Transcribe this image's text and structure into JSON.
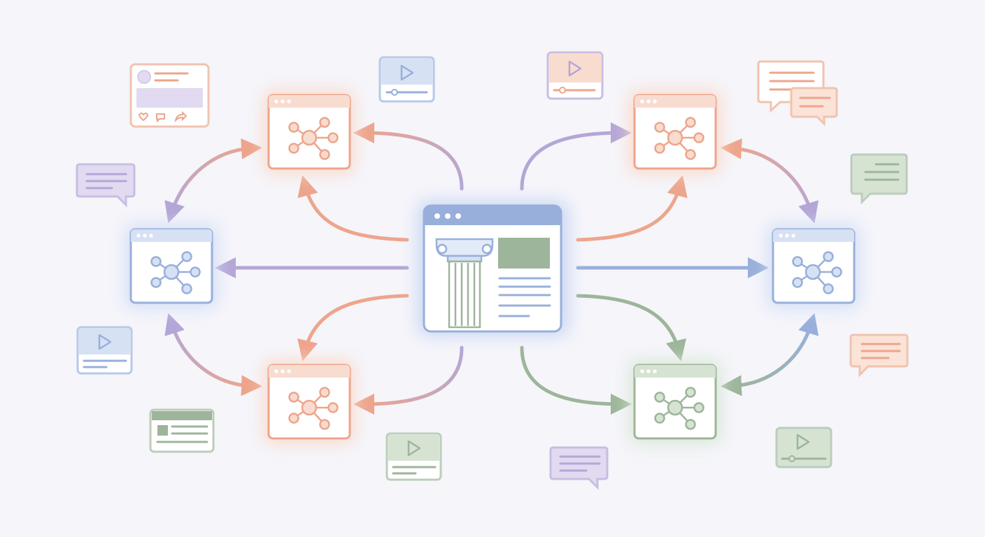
{
  "palette": {
    "background": "#f5f5fa",
    "card_fill": "#ffffff",
    "orange": "#eda58c",
    "orange_soft": "#f8dccf",
    "blue": "#98afdb",
    "blue_soft": "#d6e1f4",
    "green": "#9db59a",
    "green_soft": "#d6e3d3",
    "purple": "#b4a6d6",
    "purple_soft": "#e1daf1",
    "glow_orange": "#fbd9cb",
    "glow_blue": "#d3def6",
    "glow_green": "#d9e7d6"
  },
  "diagram": {
    "central_node": {
      "icon": "classical-column-icon",
      "header_color": "#98afdb",
      "accent_block_color": "#9db59a",
      "line_color": "#98afdb"
    },
    "nodes": [
      {
        "id": "upper-left",
        "color": "orange",
        "icon": "network-graph-icon"
      },
      {
        "id": "middle-left",
        "color": "blue",
        "icon": "network-graph-icon"
      },
      {
        "id": "lower-left",
        "color": "orange",
        "icon": "network-graph-icon"
      },
      {
        "id": "upper-right",
        "color": "orange",
        "icon": "network-graph-icon"
      },
      {
        "id": "middle-right",
        "color": "blue",
        "icon": "network-graph-icon"
      },
      {
        "id": "lower-right",
        "color": "green",
        "icon": "network-graph-icon"
      }
    ],
    "connectors": [
      {
        "from": "central",
        "to": "upper-left",
        "color": "purple_to_orange",
        "direction": "outward"
      },
      {
        "from": "central",
        "to": "upper-left",
        "color": "orange",
        "direction": "outward"
      },
      {
        "from": "central",
        "to": "middle-left",
        "color": "purple",
        "direction": "outward"
      },
      {
        "from": "central",
        "to": "lower-left",
        "color": "orange",
        "direction": "outward"
      },
      {
        "from": "central",
        "to": "lower-left",
        "color": "purple_to_orange",
        "direction": "outward"
      },
      {
        "from": "central",
        "to": "upper-right",
        "color": "purple",
        "direction": "outward"
      },
      {
        "from": "central",
        "to": "upper-right",
        "color": "orange",
        "direction": "outward"
      },
      {
        "from": "central",
        "to": "middle-right",
        "color": "blue",
        "direction": "outward"
      },
      {
        "from": "central",
        "to": "lower-right",
        "color": "green",
        "direction": "outward"
      },
      {
        "from": "central",
        "to": "lower-right",
        "color": "green",
        "direction": "outward"
      },
      {
        "from": "upper-left",
        "to": "middle-left",
        "color": "purple_to_orange",
        "direction": "both"
      },
      {
        "from": "middle-left",
        "to": "lower-left",
        "color": "purple_to_orange",
        "direction": "both"
      },
      {
        "from": "upper-right",
        "to": "middle-right",
        "color": "orange_to_purple",
        "direction": "both"
      },
      {
        "from": "middle-right",
        "to": "lower-right",
        "color": "blue_to_green",
        "direction": "both"
      }
    ],
    "content_items": [
      {
        "type": "social-post",
        "color": "orange",
        "icon": "social-post-icon"
      },
      {
        "type": "video",
        "color": "blue",
        "icon": "play-icon"
      },
      {
        "type": "video",
        "color": "orange",
        "icon": "play-icon"
      },
      {
        "type": "chat-bubbles",
        "color": "orange",
        "icon": "chat-bubbles-icon"
      },
      {
        "type": "chat",
        "color": "purple",
        "icon": "chat-bubble-icon"
      },
      {
        "type": "chat",
        "color": "green",
        "icon": "chat-bubble-icon"
      },
      {
        "type": "video",
        "color": "blue",
        "icon": "play-icon"
      },
      {
        "type": "chat",
        "color": "orange",
        "icon": "chat-bubble-icon"
      },
      {
        "type": "article",
        "color": "green",
        "icon": "article-icon"
      },
      {
        "type": "video",
        "color": "green",
        "icon": "play-icon"
      },
      {
        "type": "chat",
        "color": "purple",
        "icon": "chat-bubble-icon"
      },
      {
        "type": "video",
        "color": "green",
        "icon": "play-icon"
      }
    ]
  }
}
